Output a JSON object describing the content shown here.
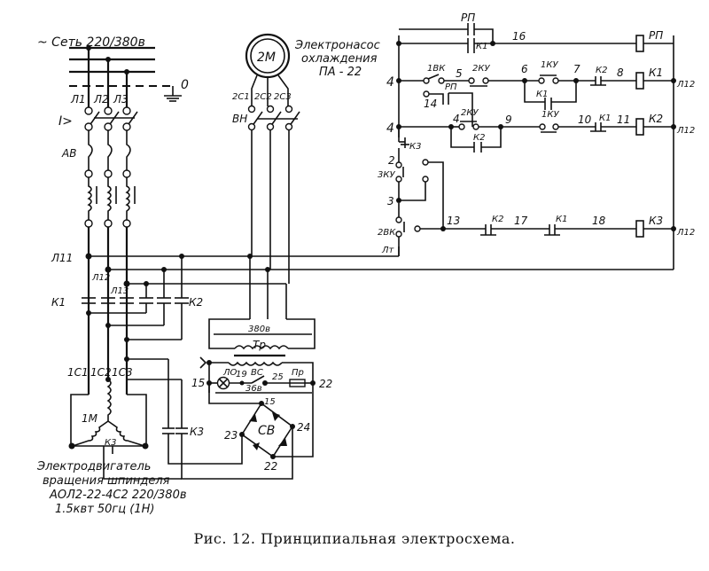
{
  "caption": "Рис. 12. Принципиальная электросхема.",
  "network": {
    "label": "~ Сеть 220/380в",
    "neutral": "0",
    "phases": [
      "Л1",
      "Л2",
      "Л3"
    ],
    "overcurrent": "I>",
    "breaker": "АВ"
  },
  "pump": {
    "symbol": "2М",
    "title_lines": [
      "Электронасос",
      "охлаждения",
      "ПА - 22"
    ],
    "leads": [
      "2С1",
      "2С2",
      "2С3"
    ],
    "switch": "ВН"
  },
  "main_motor": {
    "symbol": "1М",
    "leads": [
      "1С1",
      "1С2",
      "1С3"
    ],
    "title_lines": [
      "Электродвигатель",
      "вращения шпинделя",
      "АОЛ2-22-4С2 220/380в",
      "1.5квт  50гц (1Н)"
    ]
  },
  "buses": [
    "Л11",
    "Л12",
    "Л13",
    "Лт"
  ],
  "contactors": {
    "k1": "К1",
    "k2": "К2",
    "k3": "К3",
    "rp": "РП"
  },
  "transformer": {
    "name": "Тр",
    "primary": "380в",
    "secondary": "36в"
  },
  "lamp_circuit": {
    "lamp": "ЛО",
    "switch": "ВС",
    "fuse": "Пр",
    "nodes": [
      "15",
      "19",
      "25",
      "22"
    ]
  },
  "rectifier": {
    "name": "СВ",
    "nodes": [
      "15",
      "23",
      "24",
      "22"
    ]
  },
  "control": {
    "node_labels": [
      "4",
      "4",
      "4",
      "5",
      "6",
      "7",
      "8",
      "9",
      "10",
      "11",
      "13",
      "14",
      "16",
      "17",
      "18",
      "2",
      "3"
    ],
    "switches": [
      "1ВК",
      "2КУ",
      "1КУ",
      "2КУ",
      "1КУ",
      "3КУ",
      "2ВК"
    ],
    "right_bus": "Л12"
  }
}
